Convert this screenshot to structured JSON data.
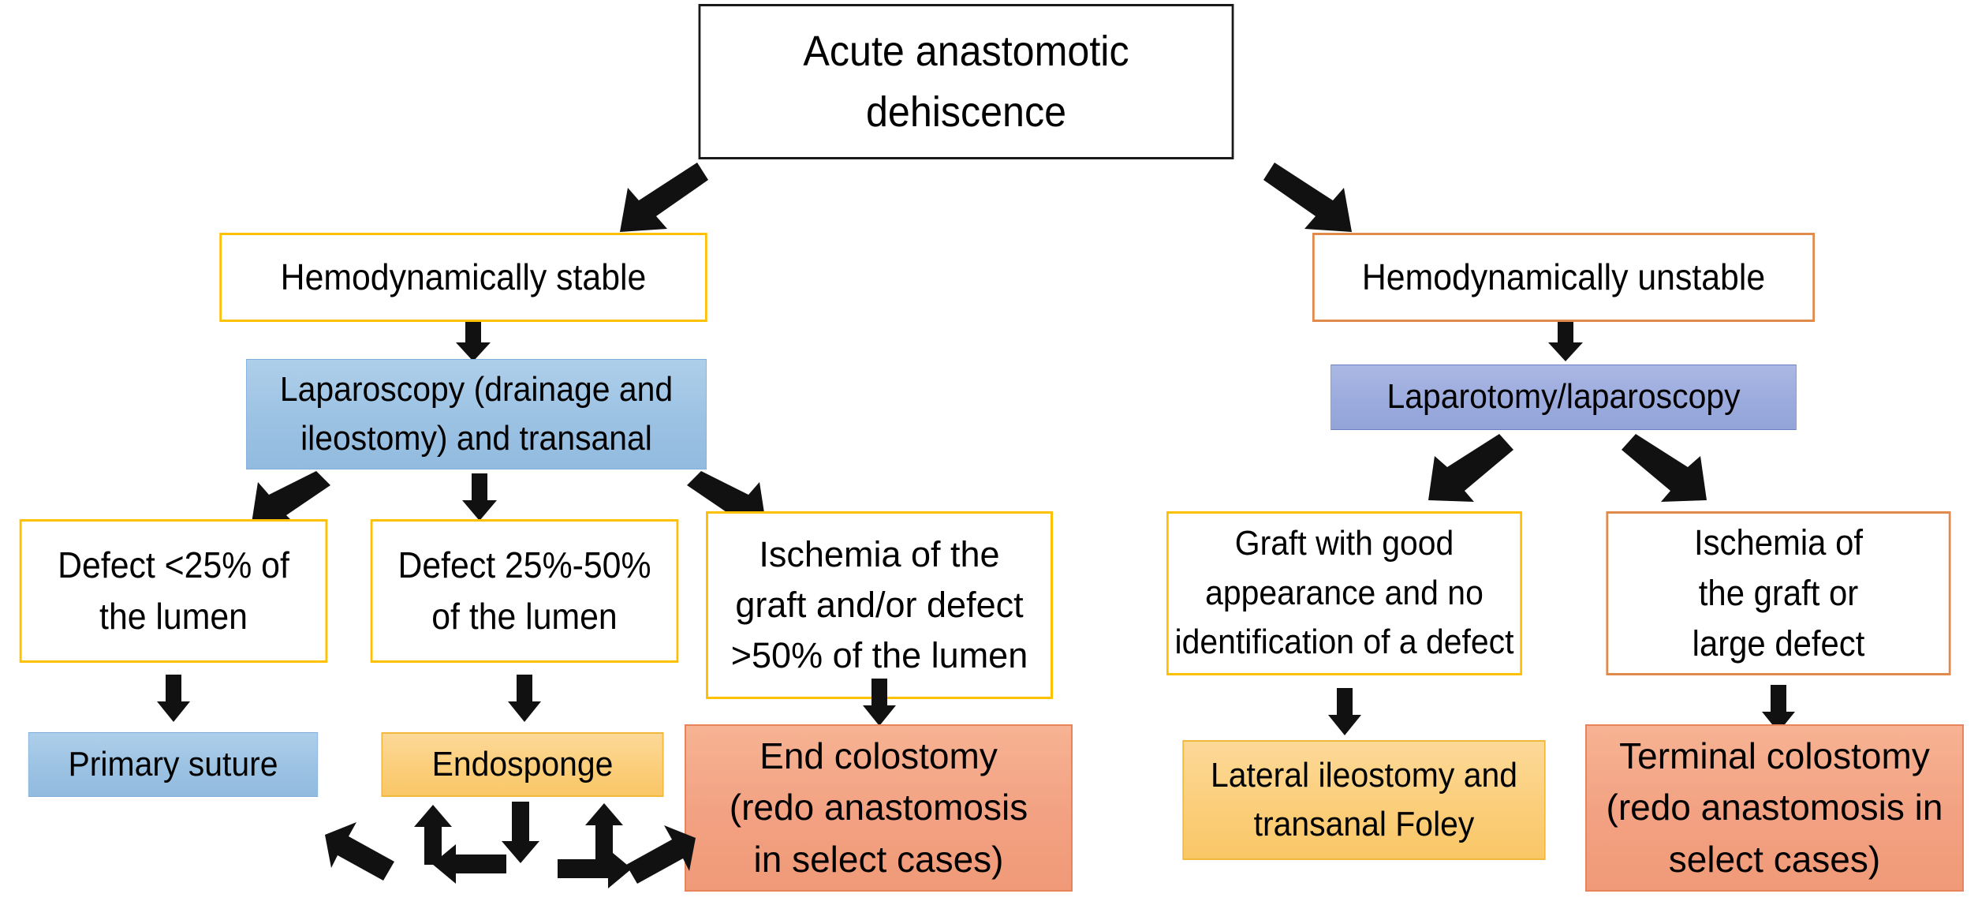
{
  "diagram": {
    "title": "Acute anastomotic dehiscence management algorithm",
    "root": {
      "id": "root",
      "label": "Acute anastomotic\ndehiscence"
    },
    "branches": [
      {
        "id": "stable",
        "label": "Hemodynamically stable",
        "procedure": {
          "id": "laparoscopy",
          "label": "Laparoscopy (drainage and\nileostomy) and transanal"
        },
        "findings": [
          {
            "id": "defect-lt25",
            "label": "Defect <25% of\nthe lumen",
            "treatment": {
              "id": "primary-suture",
              "label": "Primary suture"
            }
          },
          {
            "id": "defect-25-50",
            "label": "Defect 25%-50%\nof the lumen",
            "treatment": {
              "id": "endosponge",
              "label": "Endosponge"
            }
          },
          {
            "id": "ischemia-gt50",
            "label": "Ischemia of the\ngraft and/or defect\n>50% of the lumen",
            "treatment": {
              "id": "end-colostomy",
              "label": "End colostomy\n(redo anastomosis\nin select cases)"
            }
          }
        ]
      },
      {
        "id": "unstable",
        "label": "Hemodynamically unstable",
        "procedure": {
          "id": "laparotomy",
          "label": "Laparotomy/laparoscopy"
        },
        "findings": [
          {
            "id": "graft-good",
            "label": "Graft with good\nappearance and no\nidentification of a defect",
            "treatment": {
              "id": "lateral-ileostomy",
              "label": "Lateral ileostomy and\ntransanal Foley"
            }
          },
          {
            "id": "ischemia-large",
            "label": "Ischemia of\nthe graft or\nlarge defect",
            "treatment": {
              "id": "terminal-colostomy",
              "label": "Terminal colostomy\n(redo anastomosis in\nselect cases)"
            }
          }
        ]
      }
    ],
    "colors": {
      "root_border": "#1a1a1a",
      "yellow_border": "#FFC000",
      "orange_border": "#E08A4B",
      "blue_fill": "#9CC2E3",
      "periwinkle_fill": "#9BABDD",
      "amber_fill": "#FBCE7B",
      "salmon_fill": "#F2A182",
      "arrow_color": "#111111",
      "background": "#FFFFFF"
    },
    "arrow_cluster": {
      "id": "endosponge-repeat-cluster",
      "description": "cluster of bidirectional arrows under Endosponge",
      "glyphs": [
        "arrow-up-left",
        "arrow-up",
        "arrow-left",
        "arrow-down",
        "arrow-right",
        "arrow-up-right"
      ]
    }
  }
}
